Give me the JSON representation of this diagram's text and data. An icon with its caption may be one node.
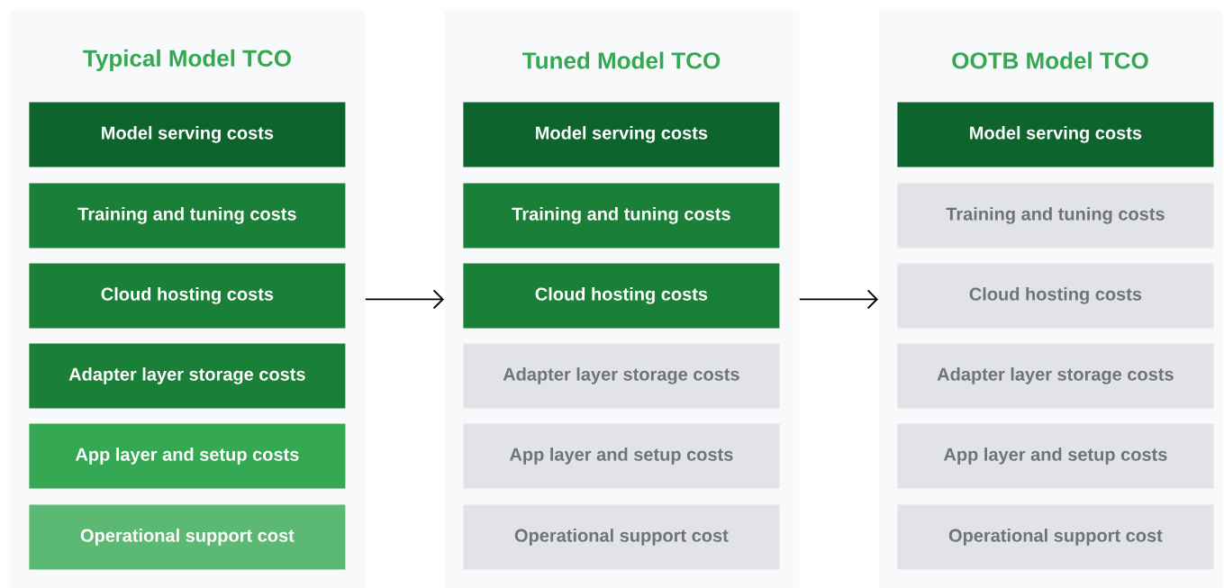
{
  "diagram": {
    "nodes": [
      {
        "text": [
          "Typical Model TCO"
        ]
      },
      {
        "text": [
          "Model serving costs"
        ],
        "in": 0
      },
      {
        "text": [
          "Training and tuning costs"
        ],
        "in": 0
      },
      {
        "text": [
          "Cloud hosting costs"
        ],
        "in": 0
      },
      {
        "text": [
          "Adapter layer storage costs"
        ],
        "in": 0
      },
      {
        "text": [
          "App layer and setup costs"
        ],
        "in": 0
      },
      {
        "text": [
          "Operational support cost"
        ],
        "in": 0
      },
      {
        "text": [
          "Tuned Model TCO"
        ]
      },
      {
        "text": [
          "Model serving costs"
        ],
        "in": 7
      },
      {
        "text": [
          "Training and tuning costs"
        ],
        "in": 7
      },
      {
        "text": [
          "Cloud hosting costs"
        ],
        "in": 7
      },
      {
        "text": [
          "Adapter layer storage costs"
        ],
        "in": 7
      },
      {
        "text": [
          "App layer and setup costs"
        ],
        "in": 7
      },
      {
        "text": [
          "Operational support cost"
        ],
        "in": 7
      },
      {
        "text": [
          "OOTB Model TCO"
        ]
      },
      {
        "text": [
          "Model serving costs"
        ],
        "in": 14
      },
      {
        "text": [
          "Training and tuning costs"
        ],
        "in": 14
      },
      {
        "text": [
          "Cloud hosting costs"
        ],
        "in": 14
      },
      {
        "text": [
          "Adapter layer storage costs"
        ],
        "in": 14
      },
      {
        "text": [
          "App layer and setup costs"
        ],
        "in": 14
      },
      {
        "text": [
          "Operational support cost"
        ],
        "in": 14
      }
    ],
    "edges": [
      {
        "from": 0,
        "to": 7,
        "arrow": "to"
      },
      {
        "from": 7,
        "to": 14,
        "arrow": "to"
      }
    ]
  }
}
